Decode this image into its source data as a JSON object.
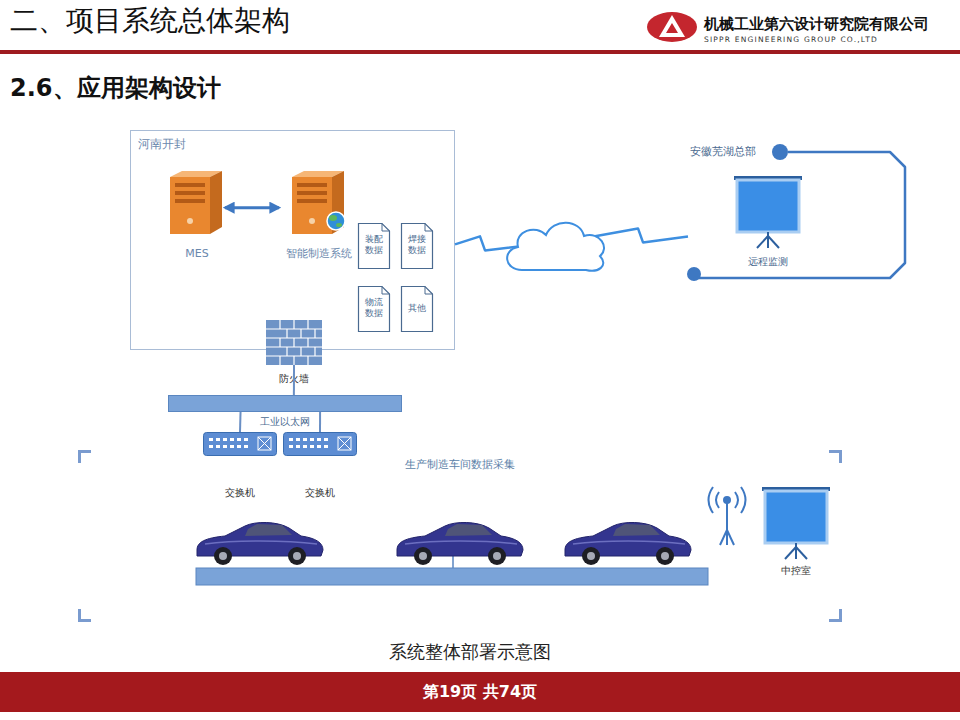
{
  "diagram": {
    "title": "二、项目系统总体架构",
    "caption": "系统整体部署示意图",
    "nodes": [
      {
        "text": [
          "河南开封"
        ]
      },
      {
        "text": [
          "MES"
        ],
        "in": 0
      },
      {
        "text": [
          "智能制造系统"
        ],
        "in": 0
      },
      {
        "text": [
          "装配数据"
        ],
        "in": 0
      },
      {
        "text": [
          "焊接数据"
        ],
        "in": 0
      },
      {
        "text": [
          "物流数据"
        ],
        "in": 0
      },
      {
        "text": [
          "其他"
        ],
        "in": 0
      },
      {
        "text": [
          "安徽芜湖总部"
        ]
      },
      {
        "text": [
          "远程监测"
        ]
      },
      {
        "text": [
          "防火墙"
        ]
      },
      {
        "text": [
          "工业以太网"
        ]
      },
      {
        "text": [
          "交换机"
        ]
      },
      {
        "text": [
          "交换机"
        ]
      },
      {
        "text": [
          "生产制造车间数据采集"
        ]
      },
      {
        "text": [
          "中控室"
        ],
        "in": 13
      }
    ],
    "edges": [
      {
        "from": 1,
        "to": 2,
        "arrow": "both"
      },
      {
        "from": 0,
        "to": 8,
        "arrow": "none"
      },
      {
        "from": 7,
        "to": 8,
        "arrow": "none"
      },
      {
        "from": 9,
        "to": 10,
        "arrow": "none"
      },
      {
        "from": 10,
        "to": 11,
        "arrow": "none"
      },
      {
        "from": 10,
        "to": 12,
        "arrow": "none"
      }
    ],
    "labels": [
      "2.6、应用架构设计",
      "机械工业第六设计研究院有限公司",
      "SIPPR ENGINEERING GROUP CO.,LTD",
      "第19页 共74页"
    ]
  }
}
